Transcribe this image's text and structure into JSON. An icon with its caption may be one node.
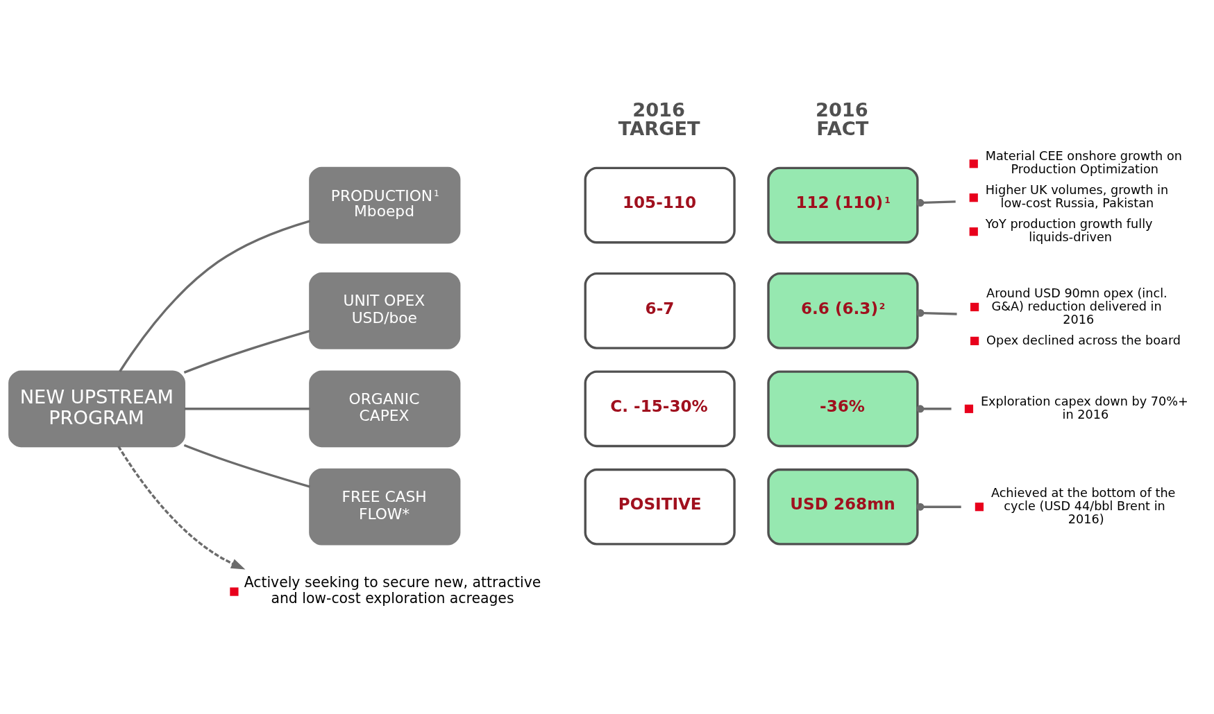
{
  "diagram": {
    "nodes": [
      {
        "text": [
          "NEW UPSTREAM PROGRAM"
        ]
      },
      {
        "text": [
          "PRODUCTION$^{1}$",
          "Mboepd"
        ]
      },
      {
        "text": [
          "105-110"
        ]
      },
      {
        "text": [
          "112 (110)$^{1}$"
        ]
      },
      {
        "text": [
          "Material CEE onshore growth on Production Optimization",
          "Higher UK volumes, growth in low-cost Russia, Pakistan",
          "YoY production growth fully liquids-driven"
        ]
      },
      {
        "text": [
          "UNIT OPEX",
          "USD/boe"
        ]
      },
      {
        "text": [
          "6-7"
        ]
      },
      {
        "text": [
          "6.6 (6.3)$^{2}$"
        ]
      },
      {
        "text": [
          "Around USD 90mn opex (incl. G&A) reduction delivered in 2016",
          "Opex declined across the board"
        ]
      },
      {
        "text": [
          "ORGANIC CAPEX"
        ]
      },
      {
        "text": [
          "C. -15-30%"
        ]
      },
      {
        "text": [
          "-36%"
        ]
      },
      {
        "text": [
          "Exploration capex down by 70%+ in 2016"
        ]
      },
      {
        "text": [
          "FREE CASH FLOW*"
        ]
      },
      {
        "text": [
          "POSITIVE"
        ]
      },
      {
        "text": [
          "USD 268mn"
        ]
      },
      {
        "text": [
          "Achieved at the bottom of the cycle (USD 44/bbl Brent in 2016)"
        ]
      },
      {
        "text": [
          "Actively seeking to secure new, attractive and low-cost exploration acreages"
        ]
      }
    ],
    "edges": [
      {
        "from": 0,
        "to": 1,
        "arrow": "none"
      },
      {
        "from": 0,
        "to": 5,
        "arrow": "none"
      },
      {
        "from": 0,
        "to": 9,
        "arrow": "none"
      },
      {
        "from": 0,
        "to": 13,
        "arrow": "none"
      },
      {
        "from": 3,
        "to": 4,
        "arrow": "other"
      },
      {
        "from": 7,
        "to": 8,
        "arrow": "other"
      },
      {
        "from": 11,
        "to": 12,
        "arrow": "other"
      },
      {
        "from": 15,
        "to": 16,
        "arrow": "other"
      },
      {
        "from": 0,
        "to": 17,
        "arrow": "to",
        "style": "dashed"
      }
    ],
    "labels": [
      "2016 TARGET",
      "2016 FACT"
    ]
  }
}
